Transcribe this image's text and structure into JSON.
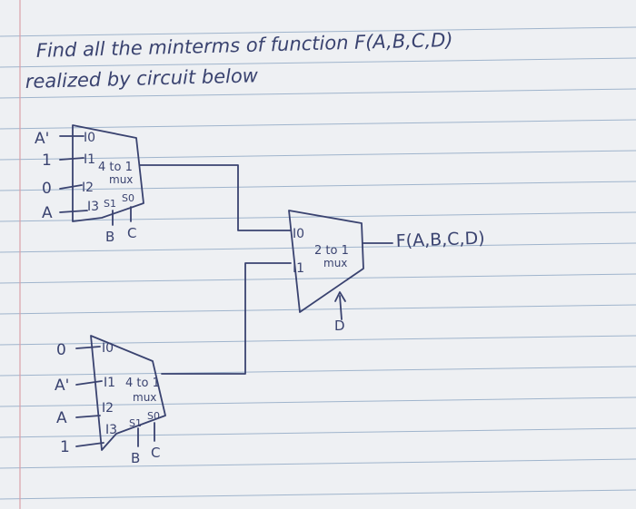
{
  "question": {
    "line1": "Find all the minterms of function F(A,B,C,D)",
    "line2": "realized by circuit below"
  },
  "mux_top": {
    "title_a": "4 to 1",
    "title_b": "mux",
    "inputs": [
      {
        "signal": "A'",
        "pin": "I0"
      },
      {
        "signal": "1",
        "pin": "I1"
      },
      {
        "signal": "0",
        "pin": "I2"
      },
      {
        "signal": "A",
        "pin": "I3"
      }
    ],
    "selects": [
      {
        "pin": "S1",
        "signal": "B"
      },
      {
        "pin": "S0",
        "signal": "C"
      }
    ]
  },
  "mux_bottom": {
    "title_a": "4 to 1",
    "title_b": "mux",
    "inputs": [
      {
        "signal": "0",
        "pin": "I0"
      },
      {
        "signal": "A'",
        "pin": "I1"
      },
      {
        "signal": "A",
        "pin": "I2"
      },
      {
        "signal": "1",
        "pin": "I3"
      }
    ],
    "selects": [
      {
        "pin": "S1",
        "signal": "B"
      },
      {
        "pin": "S0",
        "signal": "C"
      }
    ]
  },
  "mux_out": {
    "title_a": "2 to 1",
    "title_b": "mux",
    "inputs": [
      {
        "pin": "I0"
      },
      {
        "pin": "I1"
      }
    ],
    "select_signal": "D",
    "output_label": "F(A,B,C,D)"
  },
  "colors": {
    "paper": "#eef0f3",
    "rule_line": "#9fb4cc",
    "margin_line": "#d9a0a8",
    "ink": "#3a4370"
  }
}
